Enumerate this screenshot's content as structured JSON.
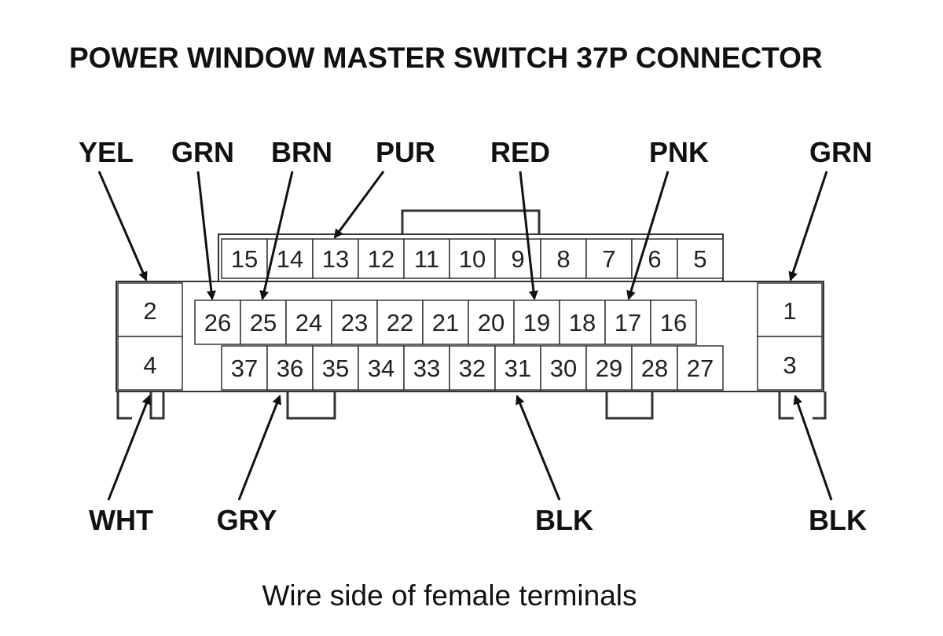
{
  "title": "POWER WINDOW MASTER SWITCH 37P CONNECTOR",
  "caption": "Wire side of female terminals",
  "colors": {
    "ink": "#111111",
    "outline": "#333333",
    "background": "#ffffff"
  },
  "rows": {
    "top": [
      "15",
      "14",
      "13",
      "12",
      "11",
      "10",
      "9",
      "8",
      "7",
      "6",
      "5"
    ],
    "middle": [
      "26",
      "25",
      "24",
      "23",
      "22",
      "21",
      "20",
      "19",
      "18",
      "17",
      "16"
    ],
    "bottom": [
      "37",
      "36",
      "35",
      "34",
      "33",
      "32",
      "31",
      "30",
      "29",
      "28",
      "27"
    ]
  },
  "side_pins": {
    "left": [
      "2",
      "4"
    ],
    "right": [
      "1",
      "3"
    ]
  },
  "wires_top": [
    "YEL",
    "GRN",
    "BRN",
    "PUR",
    "RED",
    "PNK",
    "GRN"
  ],
  "wires_bottom": [
    "WHT",
    "GRY",
    "BLK",
    "BLK"
  ]
}
